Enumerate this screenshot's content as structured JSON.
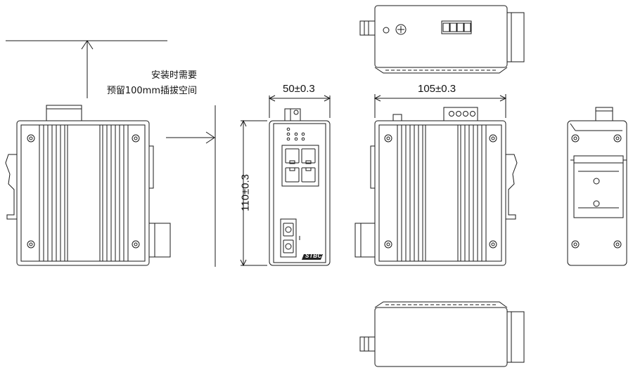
{
  "install_note": {
    "line1": "安装时需要",
    "line2": "预留100mm插拔空间"
  },
  "dimensions": {
    "width_front": "50±0.3",
    "depth_side": "105±0.3",
    "height": "110±0.3"
  },
  "front_panel": {
    "brand_logo": "STBC"
  },
  "colors": {
    "line": "#1a1a1a",
    "fill": "#ffffff",
    "dark": "#222222"
  }
}
